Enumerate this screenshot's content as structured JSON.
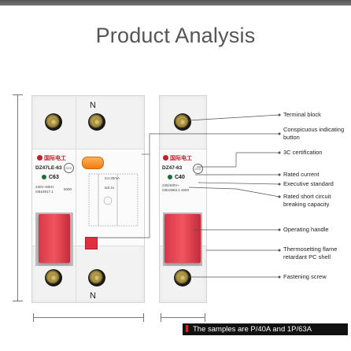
{
  "title": "Product Analysis",
  "breaker_left": {
    "top_mark": "N",
    "bottom_mark": "N",
    "brand": "国际电工",
    "model": "DZ47LE-63",
    "rating": "C63",
    "spec_lines": [
      "230V~50Hz",
      "GB16917.1",
      "Icn:30mA",
      "t≤0.1s"
    ],
    "spec_right": "6000",
    "cert": "CCC"
  },
  "breaker_right": {
    "brand": "国际电工",
    "model": "DZ47-63",
    "rating": "C40",
    "spec_lines": [
      "230/400V~",
      "GB10963.1 4500"
    ],
    "cert": "CCC"
  },
  "callouts": [
    {
      "label": "Terminal block"
    },
    {
      "label": "Conspicuous indicating button"
    },
    {
      "label": "3C certification"
    },
    {
      "label": "Rated current"
    },
    {
      "label": "Executive standard"
    },
    {
      "label": "Rated short circuit breaking capacity"
    },
    {
      "label": "Operating handle"
    },
    {
      "label": "Thermosetting flame retardant PC shell"
    },
    {
      "label": "Fastening screw"
    }
  ],
  "footer_text": "The samples are P/40A and 1P/63A",
  "colors": {
    "accent_red": "#e03040",
    "indicator_orange": "#f07c10",
    "dark_band": "#111111"
  }
}
